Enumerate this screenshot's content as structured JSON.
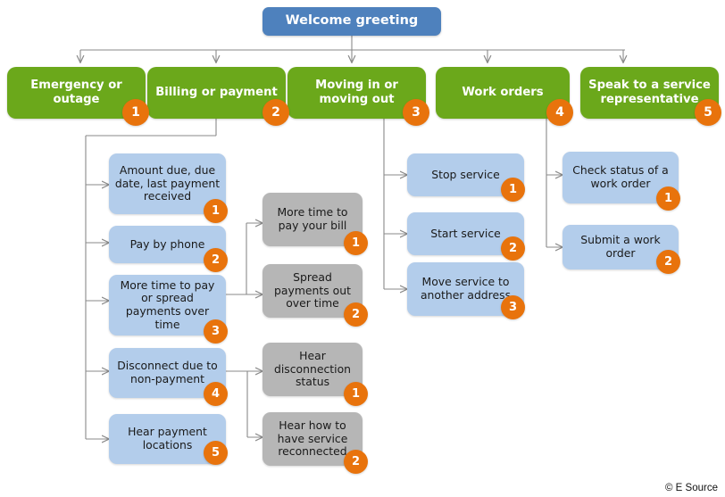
{
  "diagram": {
    "title": "Welcome greeting",
    "footer": "© E Source",
    "colors": {
      "root": "#4E81BD",
      "category": "#6BA81B",
      "leaf_blue": "#B3CDEB",
      "leaf_gray": "#B6B6B6",
      "badge": "#E8730C",
      "wire": "#808080",
      "background": "#FFFFFF"
    },
    "root": {
      "label": "Welcome greeting"
    },
    "categories": [
      {
        "label": "Emergency or outage",
        "badge": "1"
      },
      {
        "label": "Billing or payment",
        "badge": "2"
      },
      {
        "label": "Moving in or moving out",
        "badge": "3"
      },
      {
        "label": "Work orders",
        "badge": "4"
      },
      {
        "label": "Speak to a service representative",
        "badge": "5"
      }
    ],
    "billing_options": [
      {
        "label": "Amount due, due date, last payment received",
        "badge": "1"
      },
      {
        "label": "Pay by phone",
        "badge": "2"
      },
      {
        "label": "More time to pay or spread payments over time",
        "badge": "3"
      },
      {
        "label": "Disconnect due to non-payment",
        "badge": "4"
      },
      {
        "label": "Hear payment locations",
        "badge": "5"
      }
    ],
    "more_time_options": [
      {
        "label": "More time to pay your bill",
        "badge": "1"
      },
      {
        "label": "Spread payments out over time",
        "badge": "2"
      }
    ],
    "disconnect_options": [
      {
        "label": "Hear disconnection status",
        "badge": "1"
      },
      {
        "label": "Hear how to have service reconnected",
        "badge": "2"
      }
    ],
    "moving_options": [
      {
        "label": "Stop service",
        "badge": "1"
      },
      {
        "label": "Start service",
        "badge": "2"
      },
      {
        "label": "Move service to another address",
        "badge": "3"
      }
    ],
    "work_order_options": [
      {
        "label": "Check status of a work order",
        "badge": "1"
      },
      {
        "label": "Submit a work order",
        "badge": "2"
      }
    ]
  }
}
